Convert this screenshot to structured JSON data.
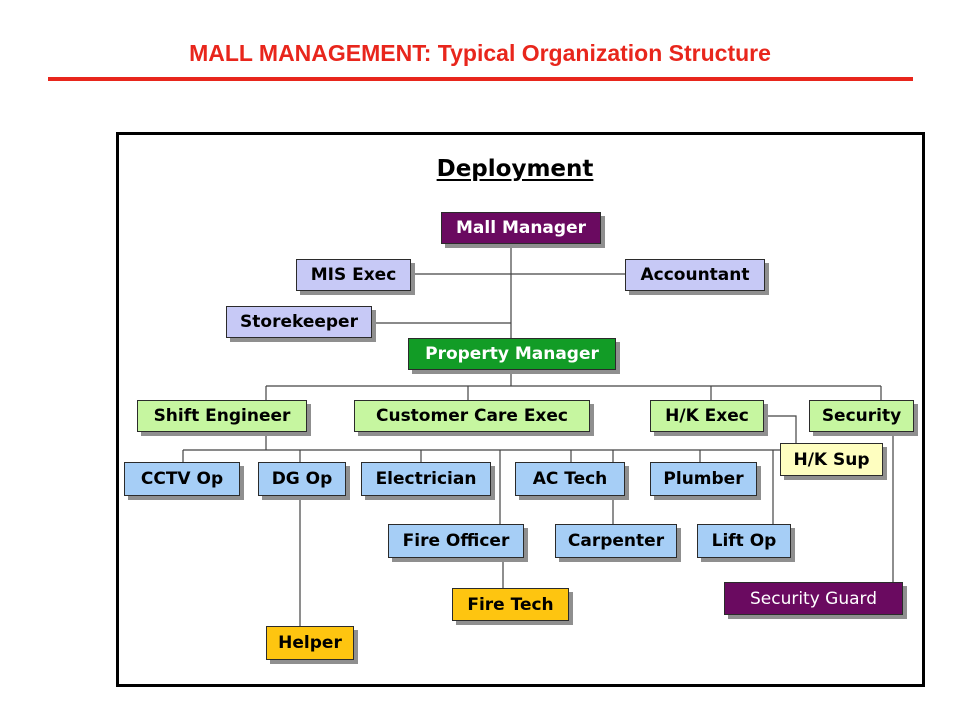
{
  "slide": {
    "title": "MALL MANAGEMENT: Typical Organization Structure"
  },
  "diagram": {
    "heading": "Deployment",
    "colors": {
      "purple": "#6a0a60",
      "lavender": "#c7c9f6",
      "green": "#129c26",
      "light_green": "#c6f6a0",
      "blue": "#a6cef6",
      "light_yellow": "#fefec0",
      "orange": "#fec510",
      "line": "#444444",
      "title_red": "#e8261c"
    },
    "nodes": [
      {
        "id": "mall_manager",
        "label": "Mall Manager",
        "color": "purple"
      },
      {
        "id": "mis_exec",
        "label": "MIS Exec",
        "color": "lavender"
      },
      {
        "id": "accountant",
        "label": "Accountant",
        "color": "lavender"
      },
      {
        "id": "storekeeper",
        "label": "Storekeeper",
        "color": "lavender"
      },
      {
        "id": "property_manager",
        "label": "Property Manager",
        "color": "green"
      },
      {
        "id": "shift_engineer",
        "label": "Shift Engineer",
        "color": "light_green"
      },
      {
        "id": "customer_care_exec",
        "label": "Customer Care Exec",
        "color": "light_green"
      },
      {
        "id": "hk_exec",
        "label": "H/K Exec",
        "color": "light_green"
      },
      {
        "id": "security",
        "label": "Security",
        "color": "light_green"
      },
      {
        "id": "hk_sup",
        "label": "H/K Sup",
        "color": "light_yellow"
      },
      {
        "id": "cctv_op",
        "label": "CCTV Op",
        "color": "blue"
      },
      {
        "id": "dg_op",
        "label": "DG Op",
        "color": "blue"
      },
      {
        "id": "electrician",
        "label": "Electrician",
        "color": "blue"
      },
      {
        "id": "ac_tech",
        "label": "AC Tech",
        "color": "blue"
      },
      {
        "id": "plumber",
        "label": "Plumber",
        "color": "blue"
      },
      {
        "id": "fire_officer",
        "label": "Fire Officer",
        "color": "blue"
      },
      {
        "id": "carpenter",
        "label": "Carpenter",
        "color": "blue"
      },
      {
        "id": "lift_op",
        "label": "Lift Op",
        "color": "blue"
      },
      {
        "id": "fire_tech",
        "label": "Fire Tech",
        "color": "orange"
      },
      {
        "id": "helper",
        "label": "Helper",
        "color": "orange"
      },
      {
        "id": "security_guard",
        "label": "Security Guard",
        "color": "purple"
      }
    ],
    "edges": [
      [
        "mall_manager",
        "property_manager"
      ],
      [
        "mall_manager",
        "mis_exec"
      ],
      [
        "mall_manager",
        "accountant"
      ],
      [
        "mall_manager",
        "storekeeper"
      ],
      [
        "property_manager",
        "shift_engineer"
      ],
      [
        "property_manager",
        "customer_care_exec"
      ],
      [
        "property_manager",
        "hk_exec"
      ],
      [
        "property_manager",
        "security"
      ],
      [
        "hk_exec",
        "hk_sup"
      ],
      [
        "security",
        "security_guard"
      ],
      [
        "shift_engineer",
        "cctv_op"
      ],
      [
        "shift_engineer",
        "dg_op"
      ],
      [
        "shift_engineer",
        "electrician"
      ],
      [
        "shift_engineer",
        "ac_tech"
      ],
      [
        "shift_engineer",
        "plumber"
      ],
      [
        "shift_engineer",
        "fire_officer"
      ],
      [
        "shift_engineer",
        "carpenter"
      ],
      [
        "shift_engineer",
        "lift_op"
      ],
      [
        "fire_officer",
        "fire_tech"
      ],
      [
        "dg_op",
        "helper"
      ]
    ]
  }
}
